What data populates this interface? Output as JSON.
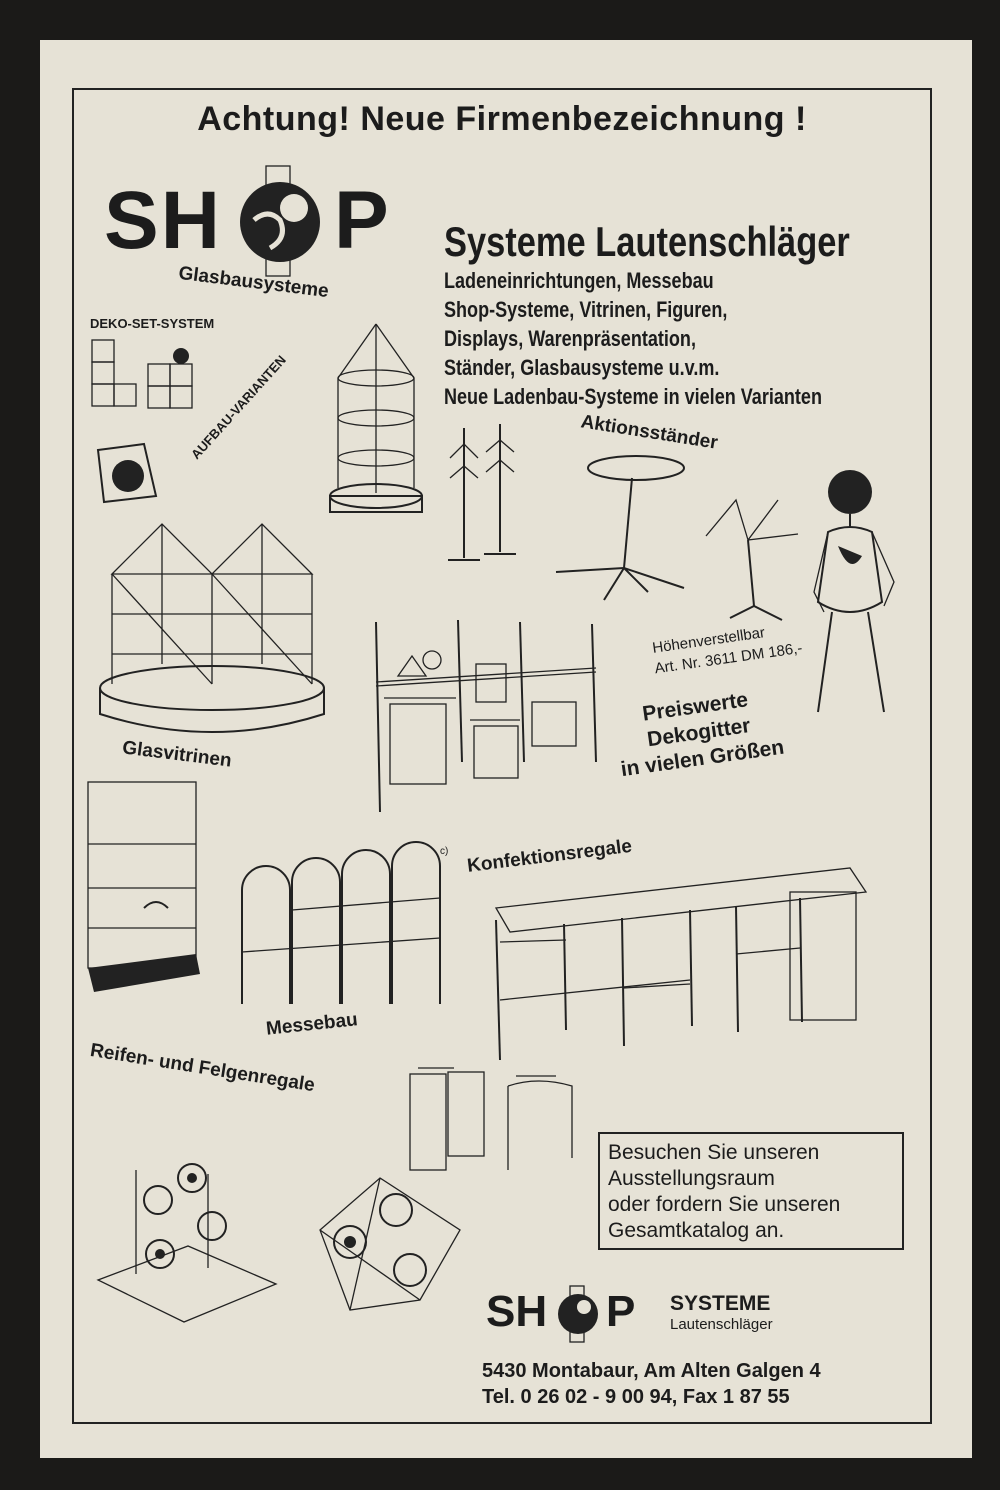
{
  "headline": "Achtung! Neue Firmenbezeichnung !",
  "logo": {
    "left": "SH",
    "right": "P"
  },
  "brand": {
    "title": "Systeme Lautenschläger",
    "services": [
      "Ladeneinrichtungen, Messebau",
      "Shop-Systeme, Vitrinen, Figuren,",
      "Displays, Warenpräsentation,",
      "Ständer, Glasbausysteme u.v.m.",
      "Neue Ladenbau-Systeme in vielen Varianten"
    ]
  },
  "labels": {
    "glasbausysteme": "Glasbausysteme",
    "deko_set": "DEKO-SET-SYSTEM",
    "aufbau": "AUFBAU-VARIANTEN",
    "aktionsstaender": "Aktionsständer",
    "hoehenverstellbar": "Höhenverstellbar",
    "art_nr": "Art. Nr. 3611 DM 186,-",
    "dekogitter": [
      "Preiswerte",
      "Dekogitter",
      "in vielen Größen"
    ],
    "glasvitrinen": "Glasvitrinen",
    "konfektionsregale": "Konfektionsregale",
    "messebau": "Messebau",
    "reifen": "Reifen- und Felgenregale",
    "c_mark": "c)"
  },
  "infobox": [
    "Besuchen Sie unseren",
    "Ausstellungsraum",
    "oder fordern Sie unseren",
    "Gesamtkatalog an."
  ],
  "footer": {
    "logo_left": "SH",
    "logo_right": "P",
    "systeme": "SYSTEME",
    "lautenschlaeger": "Lautenschläger",
    "address": "5430 Montabaur, Am Alten Galgen 4",
    "phone": "Tel. 0 26 02 - 9 00 94, Fax 1 87 55"
  }
}
